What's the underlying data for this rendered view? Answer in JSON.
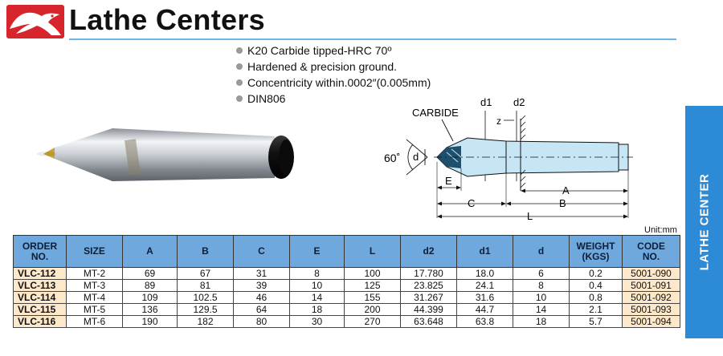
{
  "header": {
    "title": "Lathe Centers",
    "logo_icon": "eagle-logo-icon",
    "logo_color": "#d6262b",
    "rule_color": "#6fb6e8"
  },
  "features": [
    "K20 Carbide tipped-HRC 70º",
    "Hardened & precision ground.",
    "Concentricity within.0002″(0.005mm)",
    "DIN806"
  ],
  "diagram": {
    "angle": "60˚",
    "labels": {
      "carbide": "CARBIDE",
      "d": "d",
      "d1": "d1",
      "d2": "d2",
      "z": "z",
      "A": "A",
      "B": "B",
      "C": "C",
      "E": "E",
      "L": "L"
    },
    "fill_color": "#c6e6f6"
  },
  "side_tab": {
    "label": "LATHE CENTER",
    "color": "#2d8ad6"
  },
  "unit": "Unit:mm",
  "table": {
    "header_color": "#6fa8dc",
    "highlight_color": "#fde9c9",
    "columns": [
      [
        "ORDER",
        "NO."
      ],
      [
        "SIZE"
      ],
      [
        "A"
      ],
      [
        "B"
      ],
      [
        "C"
      ],
      [
        "E"
      ],
      [
        "L"
      ],
      [
        "d2"
      ],
      [
        "d1"
      ],
      [
        "d"
      ],
      [
        "WEIGHT",
        "(KGS)"
      ],
      [
        "CODE",
        "NO."
      ]
    ],
    "rows": [
      [
        "VLC-112",
        "MT-2",
        "69",
        "67",
        "31",
        "8",
        "100",
        "17.780",
        "18.0",
        "6",
        "0.2",
        "5001-090"
      ],
      [
        "VLC-113",
        "MT-3",
        "89",
        "81",
        "39",
        "10",
        "125",
        "23.825",
        "24.1",
        "8",
        "0.4",
        "5001-091"
      ],
      [
        "VLC-114",
        "MT-4",
        "109",
        "102.5",
        "46",
        "14",
        "155",
        "31.267",
        "31.6",
        "10",
        "0.8",
        "5001-092"
      ],
      [
        "VLC-115",
        "MT-5",
        "136",
        "129.5",
        "64",
        "18",
        "200",
        "44.399",
        "44.7",
        "14",
        "2.1",
        "5001-093"
      ],
      [
        "VLC-116",
        "MT-6",
        "190",
        "182",
        "80",
        "30",
        "270",
        "63.648",
        "63.8",
        "18",
        "5.7",
        "5001-094"
      ]
    ]
  }
}
